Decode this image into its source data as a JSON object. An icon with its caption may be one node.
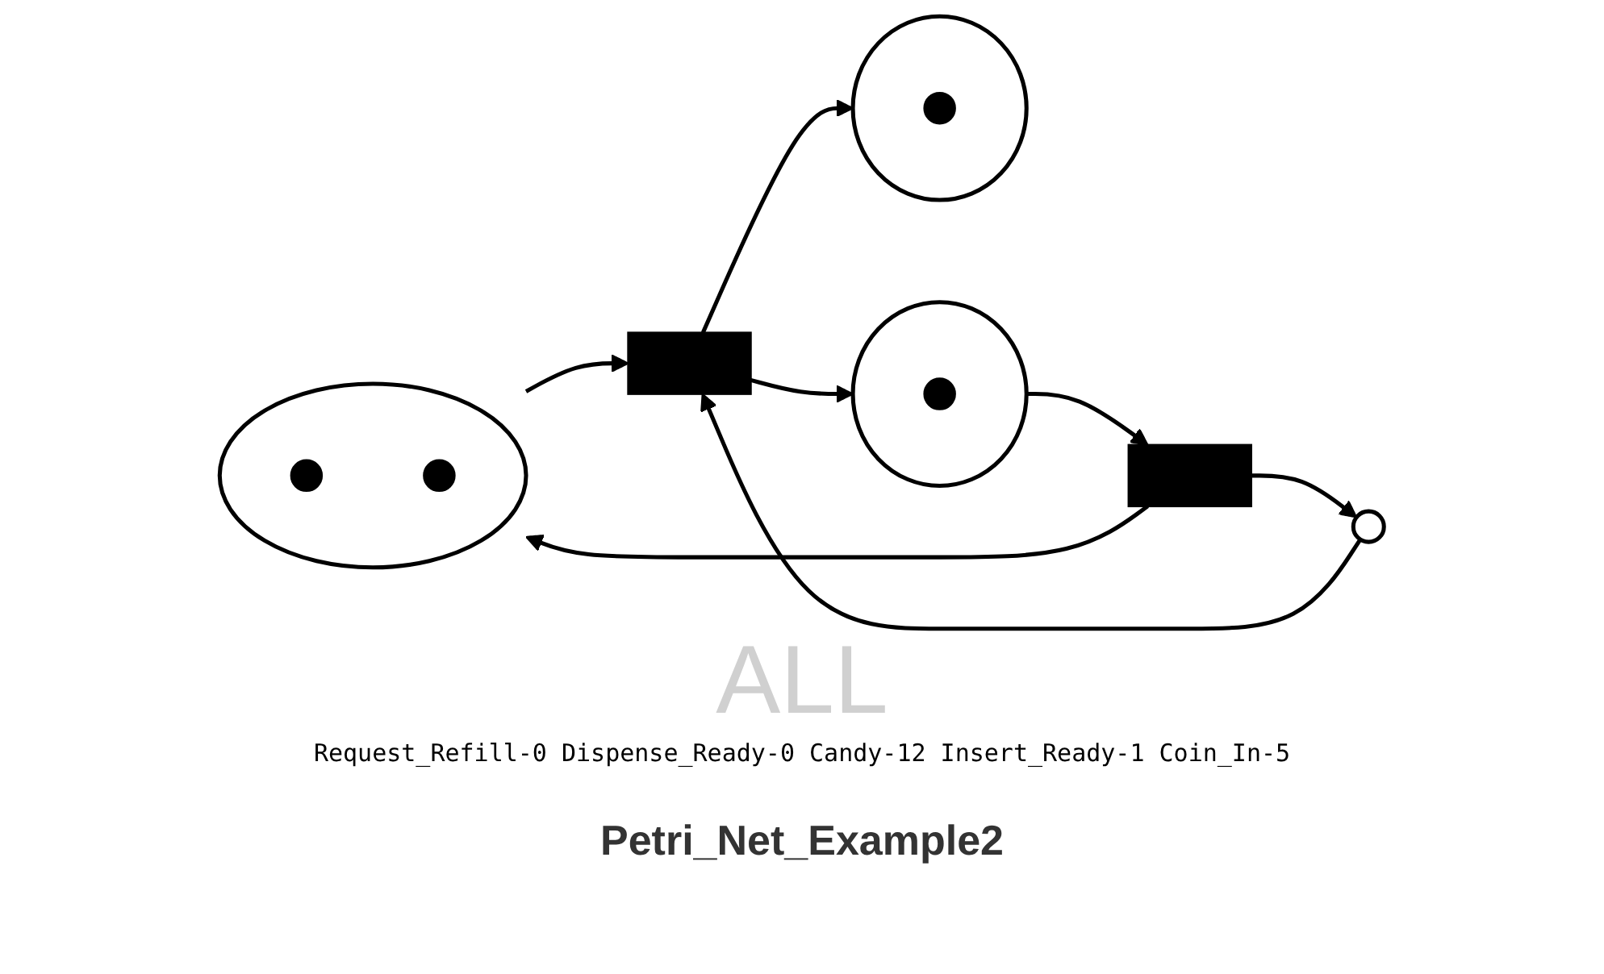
{
  "diagram": {
    "caption": "Petri_Net_Example2",
    "nodes": [
      {
        "text": [],
        "shape": "circle"
      },
      {
        "text": [],
        "shape": "circle",
        "in": 0
      },
      {
        "text": [],
        "shape": "bar"
      },
      {
        "text": [],
        "shape": "circle"
      },
      {
        "text": [],
        "shape": "circle"
      },
      {
        "text": [],
        "shape": "circle",
        "in": 4
      },
      {
        "text": [],
        "shape": "circle",
        "in": 4
      },
      {
        "text": [],
        "shape": "bar"
      },
      {
        "text": [],
        "shape": "circle"
      },
      {
        "text": [],
        "shape": "circle",
        "in": 8
      }
    ],
    "edges": [
      {
        "from": 0,
        "to": 2,
        "arrow": "to"
      },
      {
        "from": 2,
        "to": 3,
        "arrow": "to"
      },
      {
        "from": 2,
        "to": 4,
        "arrow": "to"
      },
      {
        "from": 3,
        "to": 7,
        "arrow": "to"
      },
      {
        "from": 4,
        "to": 7,
        "arrow": "to"
      },
      {
        "from": 7,
        "to": 8,
        "arrow": "to"
      },
      {
        "from": 7,
        "to": 0,
        "arrow": "to"
      }
    ],
    "labels": [
      "ALL",
      "Request_Refill-0 Dispense_Ready-0 Candy-12 Insert_Ready-1 Coin_In-5"
    ]
  }
}
